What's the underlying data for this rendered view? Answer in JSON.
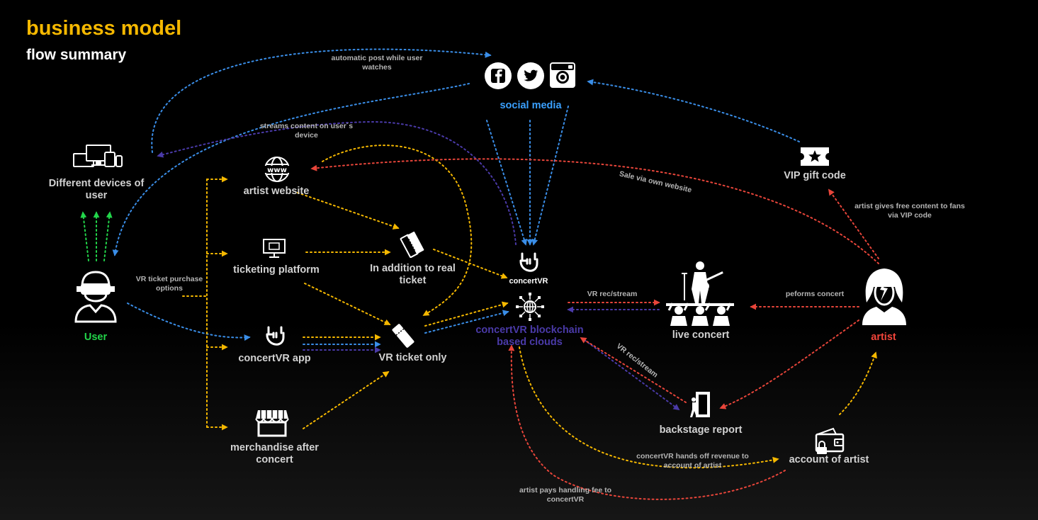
{
  "header": {
    "title": "business model",
    "subtitle": "flow summary"
  },
  "colors": {
    "title": "#f5b800",
    "user": "#22d54a",
    "artist": "#f2453a",
    "social": "#3aa0ff",
    "cloud": "#4a3aa8",
    "yellow": "#f5b800",
    "blue": "#3a8ee8",
    "red": "#e8453a",
    "purple": "#4a3aa8",
    "green": "#22d54a"
  },
  "nodes": {
    "social": "social media",
    "devices": "Different devices of user",
    "website": "artist website",
    "ticketing": "ticketing platform",
    "real_ticket": "In addition to real ticket",
    "app": "concertVR app",
    "vr_ticket": "VR ticket only",
    "merch": "merchandise after concert",
    "user": "User",
    "cloud_logo": "concertVR",
    "cloud": "concertVR blockchain based clouds",
    "live": "live concert",
    "backstage": "backstage report",
    "vip": "VIP gift code",
    "artist": "artist",
    "account": "account of artist"
  },
  "edge_labels": {
    "auto_post": "automatic post while user watches",
    "streams": "streams content on user´s device",
    "purchase": "VR ticket purchase options",
    "sale": "Sale via own website",
    "vr_rec1": "VR rec/stream",
    "vr_rec2": "VR rec/stream",
    "performs": "peforms concert",
    "free_content": "artist gives free content to fans via VIP code",
    "hands_off": "concertVR hands off revenue to account of artist",
    "fee": "artist pays handling fee to concertVR"
  }
}
